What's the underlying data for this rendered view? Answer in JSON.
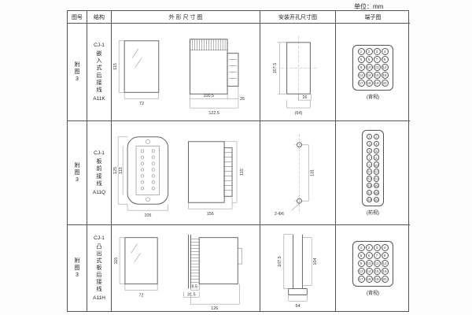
{
  "unit": "单位：mm",
  "headers": [
    "图号",
    "结构",
    "外 形 尺 寸 图",
    "安装开孔尺寸图",
    "端子图"
  ],
  "rows": [
    {
      "fig": "附\n图\n3",
      "model": "CJ-1",
      "mount": "嵌\n入\n式\n后\n接\n线",
      "code": "A11K",
      "outline": {
        "d1": "115",
        "d2": "72",
        "d3": "100.5",
        "d4": "122.5",
        "d5": "35"
      },
      "install": {
        "d1": "107.5",
        "d2": "16",
        "d3": "(64)"
      },
      "terminal": {
        "view": "(背视)",
        "numbers": [
          "1",
          "2",
          "3",
          "4",
          "5",
          "6",
          "7",
          "8",
          "9",
          "10",
          "11",
          "12",
          "13",
          "14",
          "15",
          "16",
          "17",
          "18",
          "19",
          "20"
        ]
      }
    },
    {
      "fig": "附\n图\n3",
      "model": "CJ-1",
      "mount": "板\n前\n接\n线",
      "code": "A11Q",
      "outline": {
        "d1": "125",
        "d2": "115",
        "d3": "105",
        "d4": "156",
        "d5": "115"
      },
      "install": {
        "d1": "131",
        "d2": "2-Φ6"
      },
      "terminal": {
        "view": "(前视)",
        "numbers": [
          "1",
          "2",
          "3",
          "4",
          "5",
          "6",
          "7",
          "8",
          "9",
          "10",
          "11",
          "12",
          "13",
          "14",
          "15",
          "16",
          "17",
          "18",
          "19",
          "20"
        ]
      }
    },
    {
      "fig": "附\n图\n3",
      "model": "CJ-1",
      "mount": "凸\n出\n式\n板\n后\n接\n线",
      "code": "A11H",
      "outline": {
        "d1": "115",
        "d2": "72",
        "d3": "9.5",
        "d4": "31.5",
        "d5": "126"
      },
      "install": {
        "d1": "107.5",
        "d2": "104",
        "d3": "64"
      },
      "terminal": {
        "view": "(背视)",
        "numbers": [
          "1",
          "2",
          "3",
          "4",
          "5",
          "6",
          "7",
          "8",
          "9",
          "10",
          "11",
          "12",
          "13",
          "14",
          "15",
          "16",
          "17",
          "18",
          "19",
          "20"
        ]
      }
    }
  ]
}
